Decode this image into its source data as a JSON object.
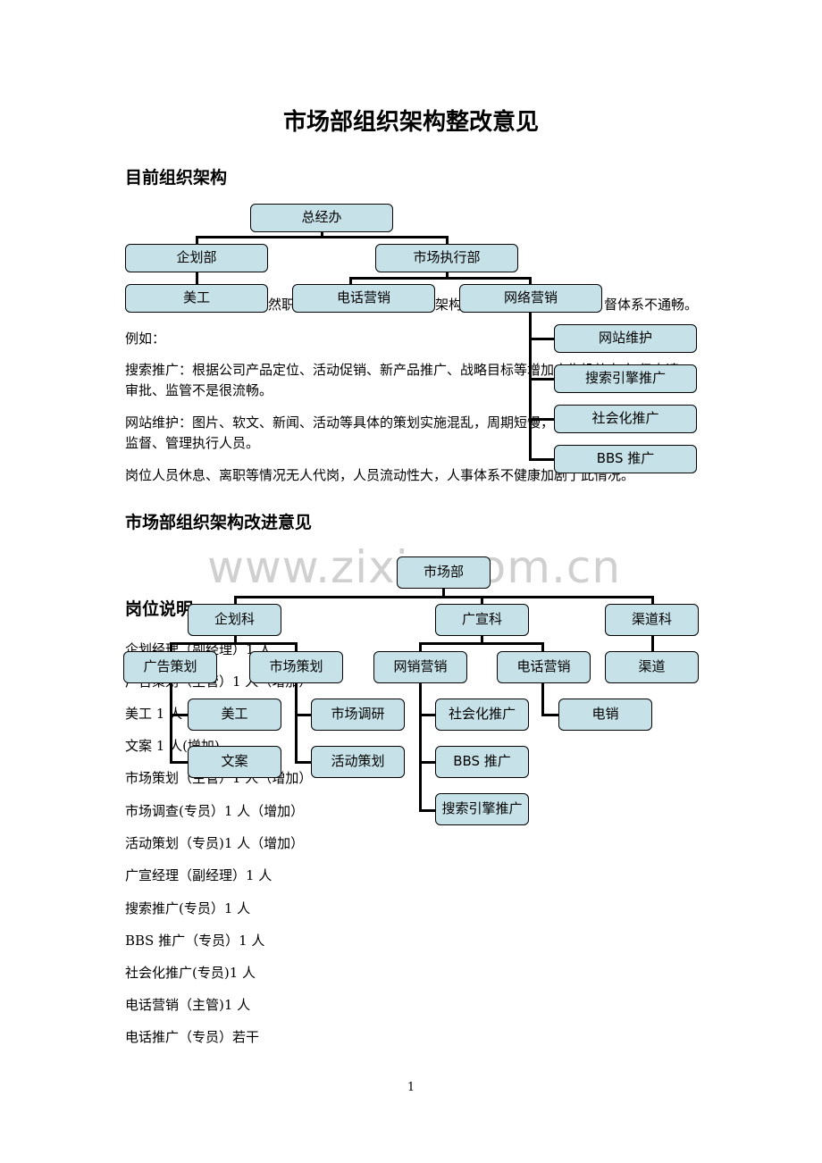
{
  "title": "市场部组织架构整改意见",
  "sections": {
    "current": "目前组织架构",
    "improve": "市场部组织架构改进意见",
    "positions": "岗位说明"
  },
  "text_partial": {
    "line1_mid": "然职",
    "line1_mid2": "架构",
    "line1_end": "督体系不通畅。"
  },
  "paragraphs": {
    "example": "例如：",
    "search": "搜索推广：根据公司产品定位、活动促销、新产品推广、战略目标等增加广告投放力度,但申请、审批、监管不是很流畅。",
    "website": "网站维护：图片、软文、新闻、活动等具体的策划实施混乱，周期短慢，易反复。没有人指导、监督、管理执行人员。",
    "staff": "岗位人员休息、离职等情况无人代岗，人员流动性大，人事体系不健康加剧了此情况。"
  },
  "chart1": {
    "root": "总经办",
    "planning": "企划部",
    "exec": "市场执行部",
    "art": "美工",
    "phone": "电话营销",
    "net": "网络营销",
    "net_children": [
      "网站维护",
      "搜索引擎推广",
      "社会化推广",
      "BBS 推广"
    ]
  },
  "chart2": {
    "root": "市场部",
    "planning": "企划科",
    "ad": "广宣科",
    "channel": "渠道科",
    "ad_plan": "广告策划",
    "market_plan": "市场策划",
    "art": "美工",
    "copy": "文案",
    "research": "市场调研",
    "event": "活动策划",
    "net_sales": "网销营销",
    "phone_sales": "电话营销",
    "social": "社会化推广",
    "bbs": "BBS 推广",
    "seo": "搜索引擎推广",
    "tele": "电销",
    "channel_child": "渠道"
  },
  "positions_partial": [
    "企划经理（副经理）1 人",
    "广告策划（主管）1 人（增加）",
    "美工 1 人",
    "文案 1 人(增加)",
    "市场策划（主管）1 人（增加）"
  ],
  "positions": [
    "市场调查(专员）1 人（增加）",
    "活动策划（专员)1 人（增加）",
    "广宣经理（副经理）1 人",
    "搜索推广(专员）1 人",
    "BBS 推广（专员）1 人",
    "社会化推广(专员)1 人",
    "电话营销（主管)1 人",
    "电话推广（专员）若干"
  ],
  "watermark": "www.zixin.com.cn",
  "page_number": "1"
}
